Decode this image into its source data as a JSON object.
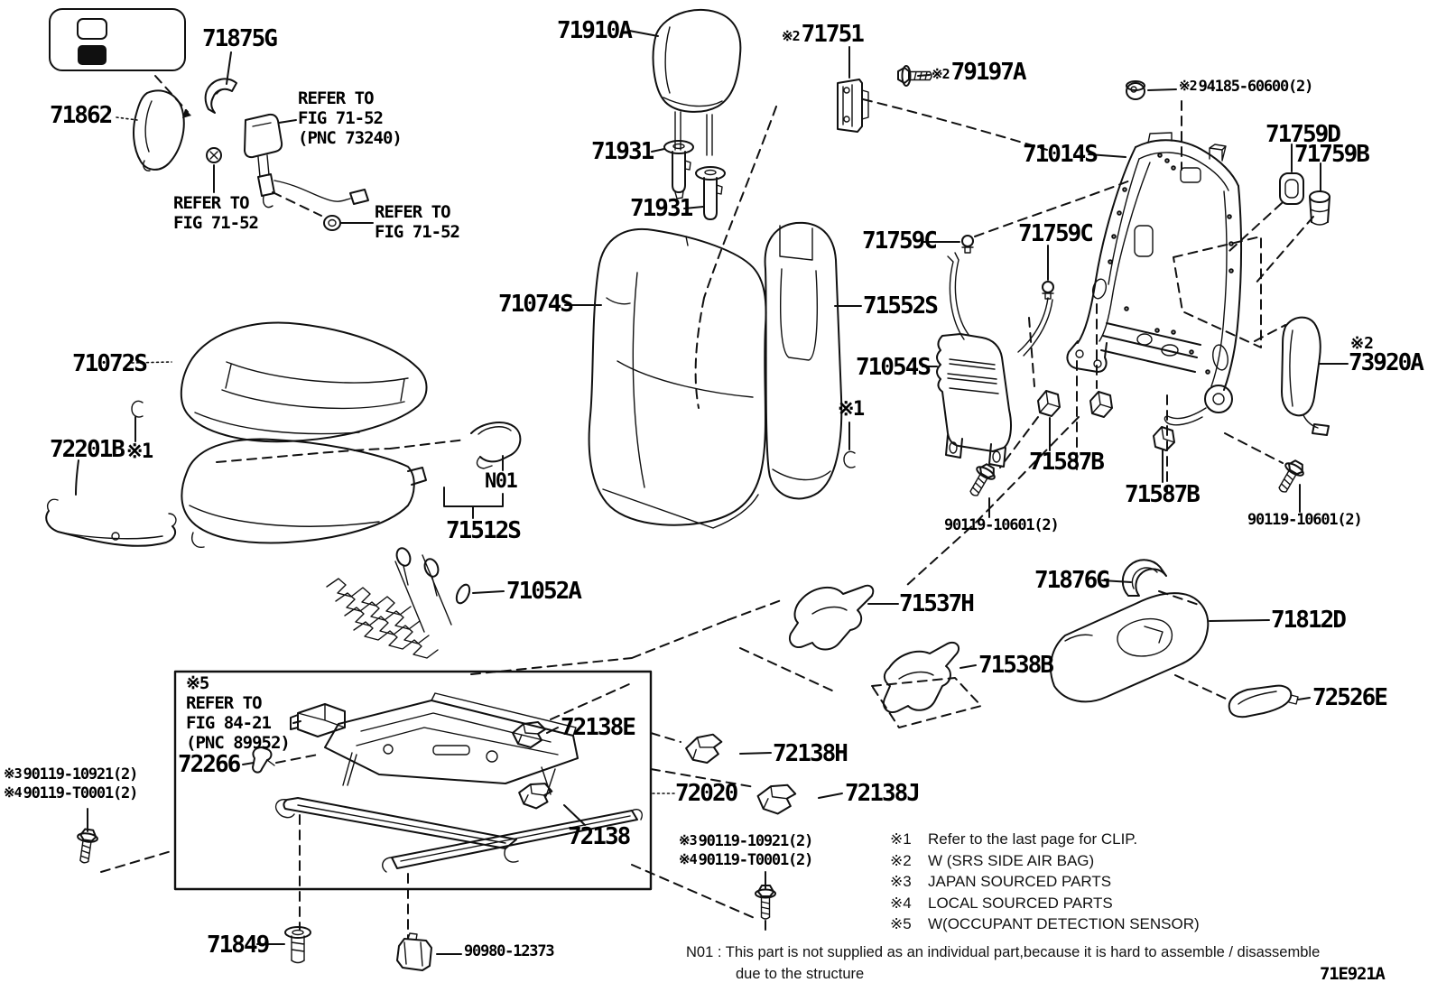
{
  "parts": {
    "p71875G": "71875G",
    "p71862": "71862",
    "p71910A": "71910A",
    "p71931": "71931",
    "p71751": "71751",
    "p79197A": "79197A",
    "p94185": "94185-60600(2)",
    "p71014S": "71014S",
    "p71759D": "71759D",
    "p71759B": "71759B",
    "p71759C": "71759C",
    "p71074S": "71074S",
    "p71552S": "71552S",
    "p71054S": "71054S",
    "p71072S": "71072S",
    "p72201B": "72201B",
    "p73920A": "73920A",
    "p71587B": "71587B",
    "p90119_10601": "90119-10601(2)",
    "pN01": "N01",
    "p71512S": "71512S",
    "p71052A": "71052A",
    "p71876G": "71876G",
    "p71812D": "71812D",
    "p72526E": "72526E",
    "p71537H": "71537H",
    "p71538B": "71538B",
    "p72266": "72266",
    "p72138E": "72138E",
    "p72138H": "72138H",
    "p72020": "72020",
    "p72138J": "72138J",
    "p72138": "72138",
    "p90119_10921": "90119-10921(2)",
    "p90119_T0001": "90119-T0001(2)",
    "p71849": "71849",
    "p90980_12373": "90980-12373"
  },
  "markers": {
    "m1": "※1",
    "m2": "※2",
    "m3": "※3",
    "m4": "※4",
    "m5": "※5"
  },
  "refs": {
    "refer_to": "REFER TO",
    "fig_71_52": "FIG 71-52",
    "pnc_73240": "(PNC 73240)",
    "fig_84_21": "FIG 84-21",
    "pnc_89952": "(PNC 89952)"
  },
  "legend": {
    "items": [
      {
        "marker": "※1",
        "text": "Refer to the last page for CLIP."
      },
      {
        "marker": "※2",
        "text": "W (SRS SIDE AIR BAG)"
      },
      {
        "marker": "※3",
        "text": "JAPAN SOURCED PARTS"
      },
      {
        "marker": "※4",
        "text": "LOCAL SOURCED PARTS"
      },
      {
        "marker": "※5",
        "text": "W(OCCUPANT DETECTION SENSOR)"
      }
    ]
  },
  "footnote": {
    "label": "N01 :",
    "line1": "This part is not supplied as an individual part,because it is hard to assemble / disassemble",
    "line2": "due to the structure"
  },
  "diagram_code": "71E921A"
}
